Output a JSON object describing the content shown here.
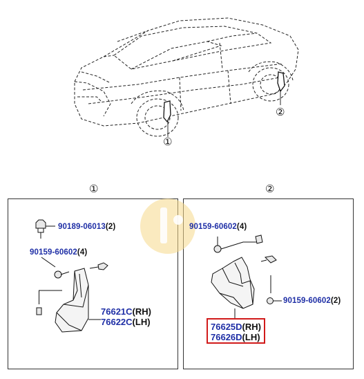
{
  "diagram": {
    "callout_1": "①",
    "callout_2": "②",
    "section_1_label": "①",
    "section_2_label": "②",
    "section_1_parts": [
      {
        "part": "90189-06013",
        "qty": "(2)"
      },
      {
        "part": "90159-60602",
        "qty": "(4)"
      },
      {
        "part": "76621C",
        "qty": "(RH)"
      },
      {
        "part": "76622C",
        "qty": "(LH)"
      }
    ],
    "section_2_parts": [
      {
        "part": "90159-60602",
        "qty": "(4)"
      },
      {
        "part": "90159-60602",
        "qty": "(2)"
      },
      {
        "part": "76625D",
        "qty": "(RH)"
      },
      {
        "part": "76626D",
        "qty": "(LH)"
      }
    ],
    "highlight_color": "#d11a1a",
    "part_number_color": "#1f2fa6",
    "watermark_color": "#f6d98a"
  }
}
